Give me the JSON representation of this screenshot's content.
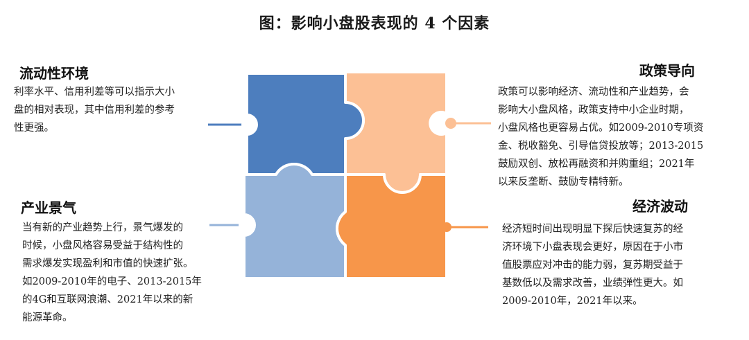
{
  "title": "图：影响小盘股表现的 4 个因素",
  "colors": {
    "top_left": "#4d7ebe",
    "top_right": "#fcc095",
    "bottom_left": "#95b3d9",
    "bottom_right": "#f7964a"
  },
  "factors": {
    "liquidity": {
      "heading": "流动性环境",
      "lines": [
        "利率水平、信用利差等可以指示大小",
        "盘的相对表现，其中信用利差的参考",
        "性更强。"
      ]
    },
    "policy": {
      "heading": "政策导向",
      "lines": [
        "政策可以影响经济、流动性和产业趋势，会",
        "影响大小盘风格，政策支持中小企业时期，",
        "小盘风格也更容易占优。如2009-2010专项资",
        "金、税收豁免、引导信贷投放等；2013-2015",
        "鼓励双创、放松再融资和并购重组；2021年",
        "以来反垄断、鼓励专精特新。"
      ]
    },
    "industry": {
      "heading": "产业景气",
      "lines": [
        "当有新的产业趋势上行，景气爆发的",
        "时候，小盘风格容易受益于结构性的",
        "需求爆发实现盈利和市值的快速扩张。",
        "如2009-2010年的电子、2013-2015年",
        "的4G和互联网浪潮、2021年以来的新",
        "能源革命。"
      ]
    },
    "economy": {
      "heading": "经济波动",
      "lines": [
        "经济短时间出现明显下探后快速复苏的经",
        "济环境下小盘表现会更好，原因在于小市",
        "值股票应对冲击的能力弱，复苏期受益于",
        "基数低以及需求改善，业绩弹性更大。如",
        "2009-2010年，2021年以来。"
      ]
    }
  }
}
